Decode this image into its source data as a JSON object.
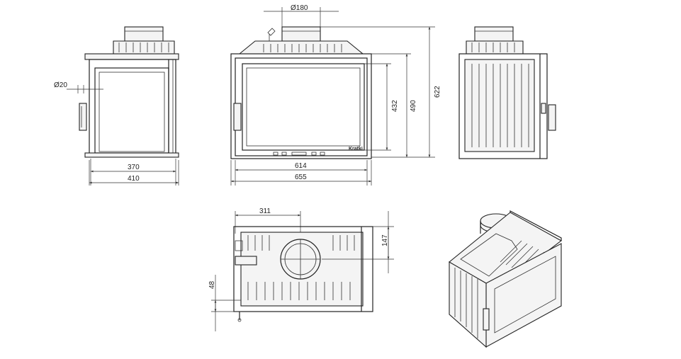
{
  "dimensions": {
    "d_flue": "Ø180",
    "d_air": "Ø20",
    "inner_width_left": "370",
    "outer_width_left": "410",
    "door_width": "614",
    "total_width": "655",
    "glass_height": "432",
    "door_height": "490",
    "total_height": "622",
    "top_offset": "311",
    "top_depth": "147",
    "air_inlet_height": "48"
  },
  "brand_label": "Kratki"
}
